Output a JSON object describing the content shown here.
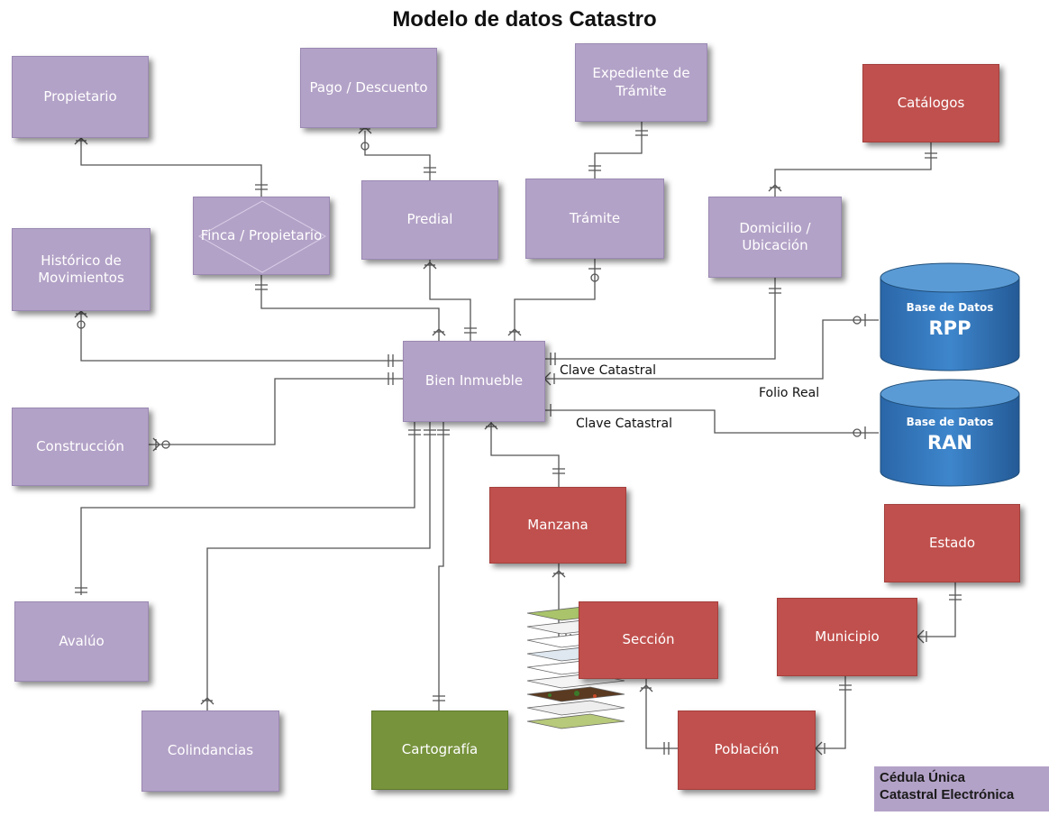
{
  "title": "Modelo de datos Catastro",
  "entities": {
    "propietario": "Propietario",
    "pago_descuento": "Pago / Descuento",
    "expediente_tramite": "Expediente de Trámite",
    "catalogos": "Catálogos",
    "finca_propietario": "Finca / Propietario",
    "predial": "Predial",
    "tramite": "Trámite",
    "domicilio_ubicacion": "Domicilio / Ubicación",
    "historico_movimientos": "Histórico de Movimientos",
    "bien_inmueble": "Bien Inmueble",
    "construccion": "Construcción",
    "manzana": "Manzana",
    "avaluo": "Avalúo",
    "seccion": "Sección",
    "municipio": "Municipio",
    "estado": "Estado",
    "colindancias": "Colindancias",
    "cartografia": "Cartografía",
    "poblacion": "Población"
  },
  "databases": {
    "rpp": {
      "label": "Base de Datos",
      "name": "RPP"
    },
    "ran": {
      "label": "Base de Datos",
      "name": "RAN"
    }
  },
  "relation_labels": {
    "clave_catastral_rpp": "Clave Catastral",
    "folio_real": "Folio Real",
    "clave_catastral_ran": "Clave Catastral"
  },
  "footer": {
    "line1": "Cédula Única",
    "line2": "Catastral Electrónica"
  },
  "colors": {
    "purple": "#b3a2c7",
    "red": "#c0504d",
    "green": "#77933c",
    "database": "#2e75b6"
  }
}
